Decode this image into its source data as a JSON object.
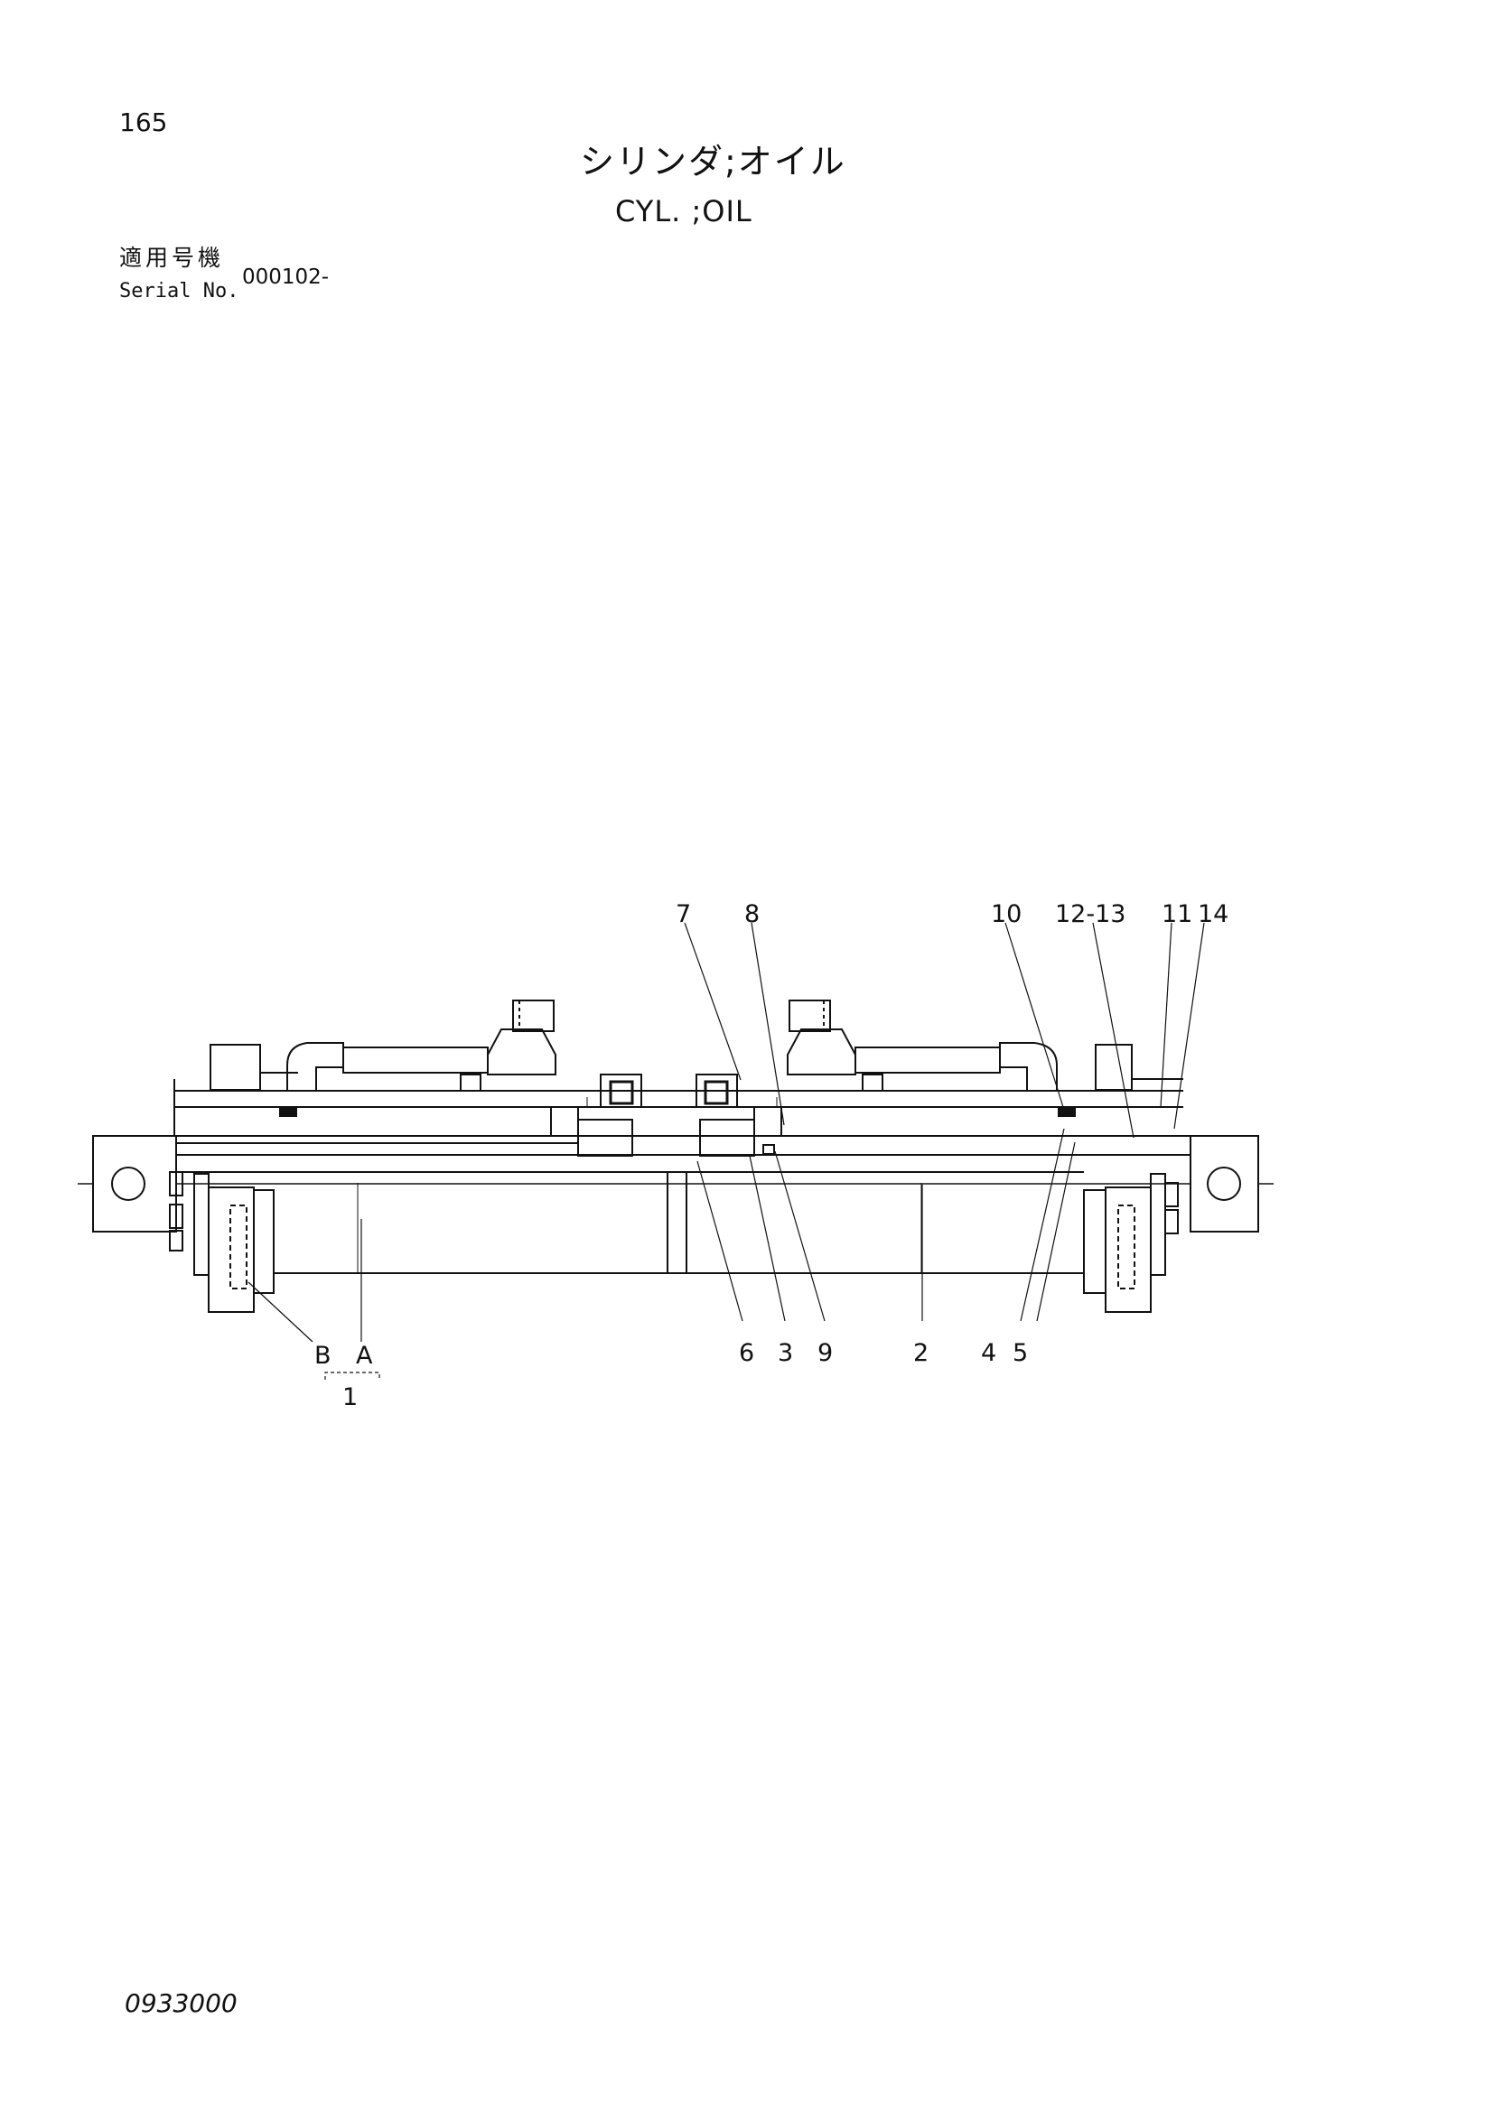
{
  "page_number": "165",
  "title_jp": "シリンダ;オイル",
  "title_en": "CYL. ;OIL",
  "serial": {
    "label_jp": "適用号機",
    "label_en": "Serial No.",
    "value": "000102-"
  },
  "callouts": {
    "c7": "7",
    "c8": "8",
    "c10": "10",
    "c12_13": "12-13",
    "c11": "11",
    "c14": "14",
    "cB": "B",
    "cA": "A",
    "c1": "1",
    "c6": "6",
    "c3": "3",
    "c9": "9",
    "c2": "2",
    "c4": "4",
    "c5": "5"
  },
  "doc_number": "0933000"
}
